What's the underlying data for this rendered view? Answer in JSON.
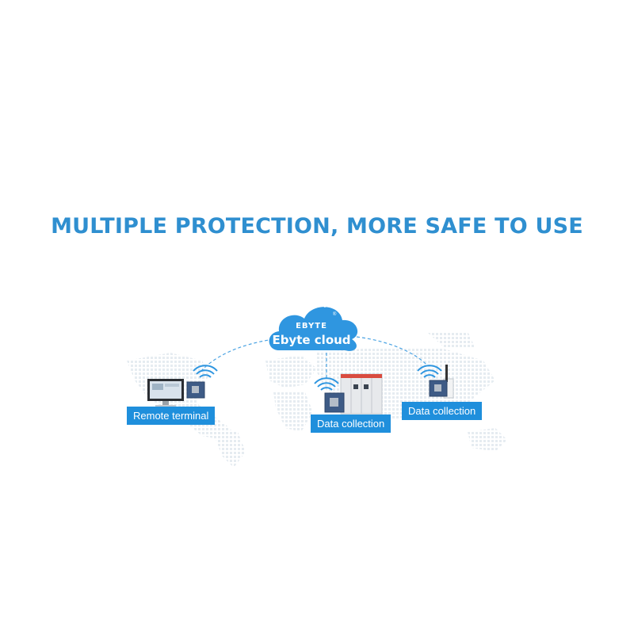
{
  "headline": "MULTIPLE PROTECTION, MORE SAFE TO USE",
  "cloud": {
    "brand": "EBYTE",
    "registered": "®",
    "name": "Ebyte cloud",
    "color": "#2f96e0",
    "icon": "cloud-icon"
  },
  "nodes": [
    {
      "label": "Remote terminal",
      "icon": "monitor-icon"
    },
    {
      "label": "Data collection",
      "icon": "server-cabinet-icon"
    },
    {
      "label": "Data collection",
      "icon": "sensor-module-icon"
    }
  ],
  "colors": {
    "accent": "#2f8fd0",
    "label_bg": "#1f8fdc",
    "link": "#4aa3e3",
    "map": "#e9eef2"
  }
}
